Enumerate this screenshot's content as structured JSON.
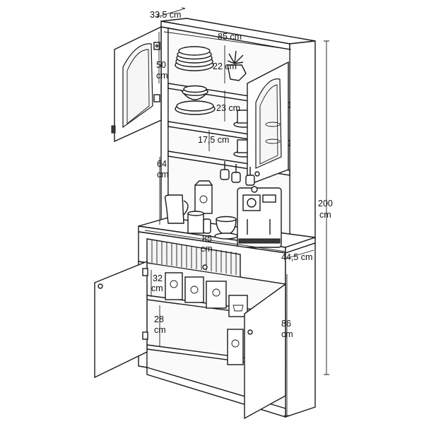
{
  "dimensions": {
    "depth": "33.5 cm",
    "width_top": "85 cm",
    "hutch_height_val": "50",
    "hutch_height_unit": "cm",
    "shelf_gap_1": "22 cm",
    "shelf_gap_2": "23 cm",
    "shelf_gap_3": "17,5 cm",
    "open_area_val": "64",
    "open_area_unit": "cm",
    "width_counter_val": "85",
    "width_counter_unit": "cm",
    "counter_depth": "44,5 cm",
    "total_height_val": "200",
    "total_height_unit": "cm",
    "lower_shelf_1_val": "32",
    "lower_shelf_1_unit": "cm",
    "lower_shelf_2_val": "28",
    "lower_shelf_2_unit": "cm",
    "base_height_val": "86",
    "base_height_unit": "cm"
  },
  "icons": {
    "cabinet": "kitchen-pantry-cabinet-icon",
    "coffee_machine": "espresso-machine-icon",
    "plates": "plate-stack-icon",
    "plant": "potted-plant-icon",
    "cups": "cup-icon",
    "pitcher": "pitcher-icon",
    "coffee_bag": "coffee-bag-icon",
    "box": "coffee-box-icon"
  }
}
